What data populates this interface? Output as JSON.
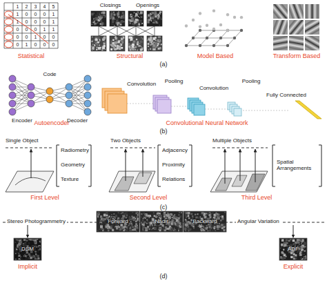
{
  "diagram": {
    "nodes": [
      {
        "text": [
          "Forward"
        ]
      },
      {
        "text": [
          "Nadir"
        ]
      },
      {
        "text": [
          "Backward"
        ]
      },
      {
        "text": [
          "DSM"
        ]
      },
      {
        "text": [
          "ADF"
        ]
      }
    ],
    "labels": [
      "1",
      "2",
      "3",
      "4",
      "5",
      "1",
      "0",
      "0",
      "0",
      "1",
      "1",
      "0",
      "0",
      "0",
      "1",
      "0",
      "0",
      "0",
      "1",
      "1",
      "0",
      "0",
      "1",
      "0",
      "0",
      "0",
      "1",
      "0",
      "0",
      "0",
      "Statistical",
      "Closings",
      "Openings",
      "Structural",
      "Model Based",
      "Transform Based",
      "(a)",
      "Code",
      "Encoder",
      "Autoencoder",
      "Decoder",
      "Convolution",
      "Pooling",
      "Convolution",
      "Pooling",
      "Fully Connected",
      "Convolutional Neural Network",
      "(b)",
      "Single Object",
      "Radiometry",
      "Geometry",
      "Texture",
      "First Level",
      "Two Objects",
      "Adjacency",
      "Proximity",
      "Relations",
      "Second Level",
      "Multiple Objects",
      "Spatial Arrangements",
      "Third Level",
      "(c)",
      "Stereo Photogrammetry",
      "Angular Variation",
      "Implicit",
      "Explicit",
      "(d)"
    ]
  }
}
